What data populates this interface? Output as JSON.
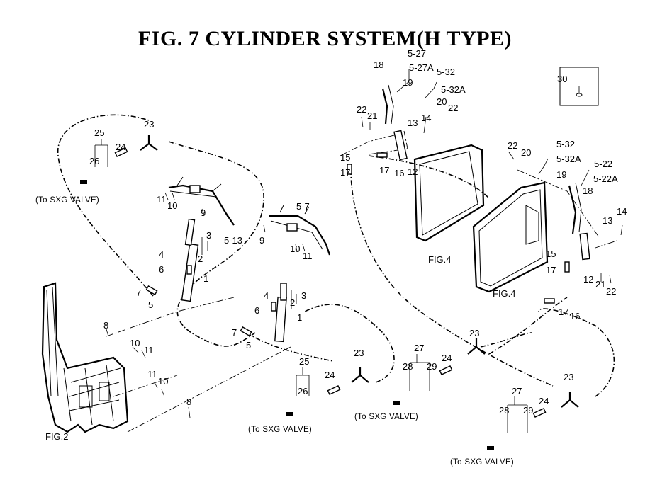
{
  "title": "FIG. 7  CYLINDER SYSTEM(H TYPE)",
  "inset_label": "30",
  "labels": {
    "n1a": "1",
    "n1b": "1",
    "n2a": "2",
    "n2b": "2",
    "n3a": "3",
    "n3b": "3",
    "n4a": "4",
    "n4b": "4",
    "n5a": "5",
    "n5b": "5",
    "n6a": "6",
    "n6b": "6",
    "n7a": "7",
    "n7b": "7",
    "n8a": "8",
    "n8b": "8",
    "n9a": "9",
    "n9b": "9",
    "n10a": "10",
    "n10b": "10",
    "n10c": "10",
    "n10d": "10",
    "n11a": "11",
    "n11b": "11",
    "n11c": "11",
    "n11d": "11",
    "n12a": "12",
    "n12b": "12",
    "n13a": "13",
    "n13b": "13",
    "n14a": "14",
    "n14b": "14",
    "n15a": "15",
    "n15b": "15",
    "n16a": "16",
    "n16b": "16",
    "n17a": "17",
    "n17b": "17",
    "n17c": "17",
    "n18a": "18",
    "n18b": "18",
    "n19a": "19",
    "n19b": "19",
    "n20a": "20",
    "n20b": "20",
    "n21a": "21",
    "n21b": "21",
    "n22a": "22",
    "n22b": "22",
    "n22c": "22",
    "n22d": "22",
    "n23a": "23",
    "n23b": "23",
    "n23c": "23",
    "n23d": "23",
    "n24a": "24",
    "n24b": "24",
    "n24c": "24",
    "n24d": "24",
    "n25a": "25",
    "n25b": "25",
    "n26a": "26",
    "n26b": "26",
    "n27a": "27",
    "n27b": "27",
    "n28a": "28",
    "n28b": "28",
    "n29a": "29",
    "n29b": "29",
    "p5_7": "5-7",
    "p5_13": "5-13",
    "p5_27": "5-27",
    "p5_27A": "5-27A",
    "p5_32a": "5-32",
    "p5_32Aa": "5-32A",
    "p5_32b": "5-32",
    "p5_32Ab": "5-32A",
    "p5_22": "5-22",
    "p5_22A": "5-22A",
    "fig2": "FIG.2",
    "fig4a": "FIG.4",
    "fig4b": "FIG.4"
  },
  "notes": {
    "sxg1": "(To SXG VALVE)",
    "sxg2": "(To SXG VALVE)",
    "sxg3": "(To SXG VALVE)",
    "sxg4": "(To SXG VALVE)"
  }
}
